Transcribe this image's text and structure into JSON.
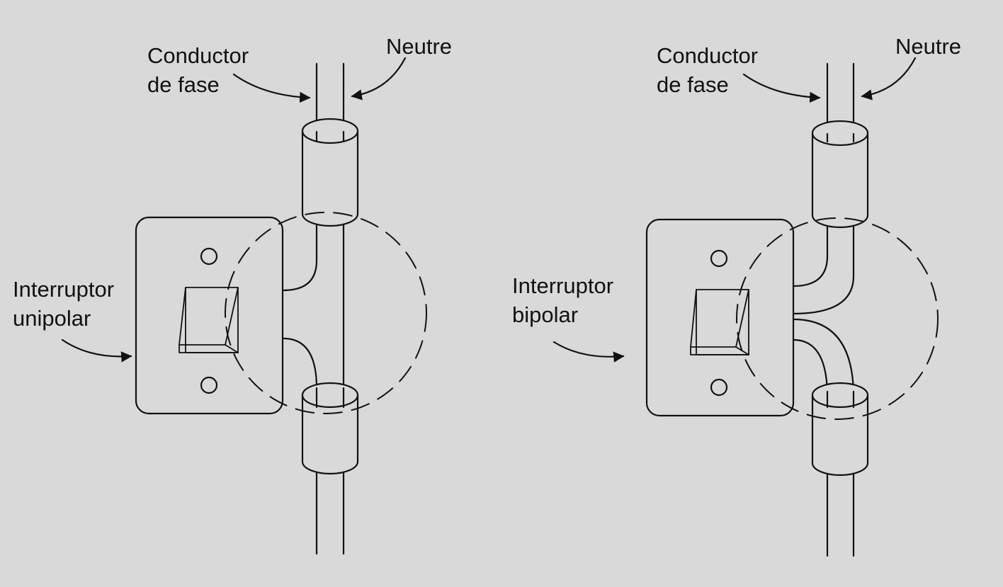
{
  "colors": {
    "background": "#d9d9d9",
    "stroke": "#111111",
    "fill": "#d9d9d9"
  },
  "left_panel": {
    "phase_label_line1": "Conductor",
    "phase_label_line2": "de fase",
    "neutral_label": "Neutre",
    "switch_label_line1": "Interruptor",
    "switch_label_line2": "unipolar"
  },
  "right_panel": {
    "phase_label_line1": "Conductor",
    "phase_label_line2": "de fase",
    "neutral_label": "Neutre",
    "switch_label_line1": "Interruptor",
    "switch_label_line2": "bipolar"
  }
}
